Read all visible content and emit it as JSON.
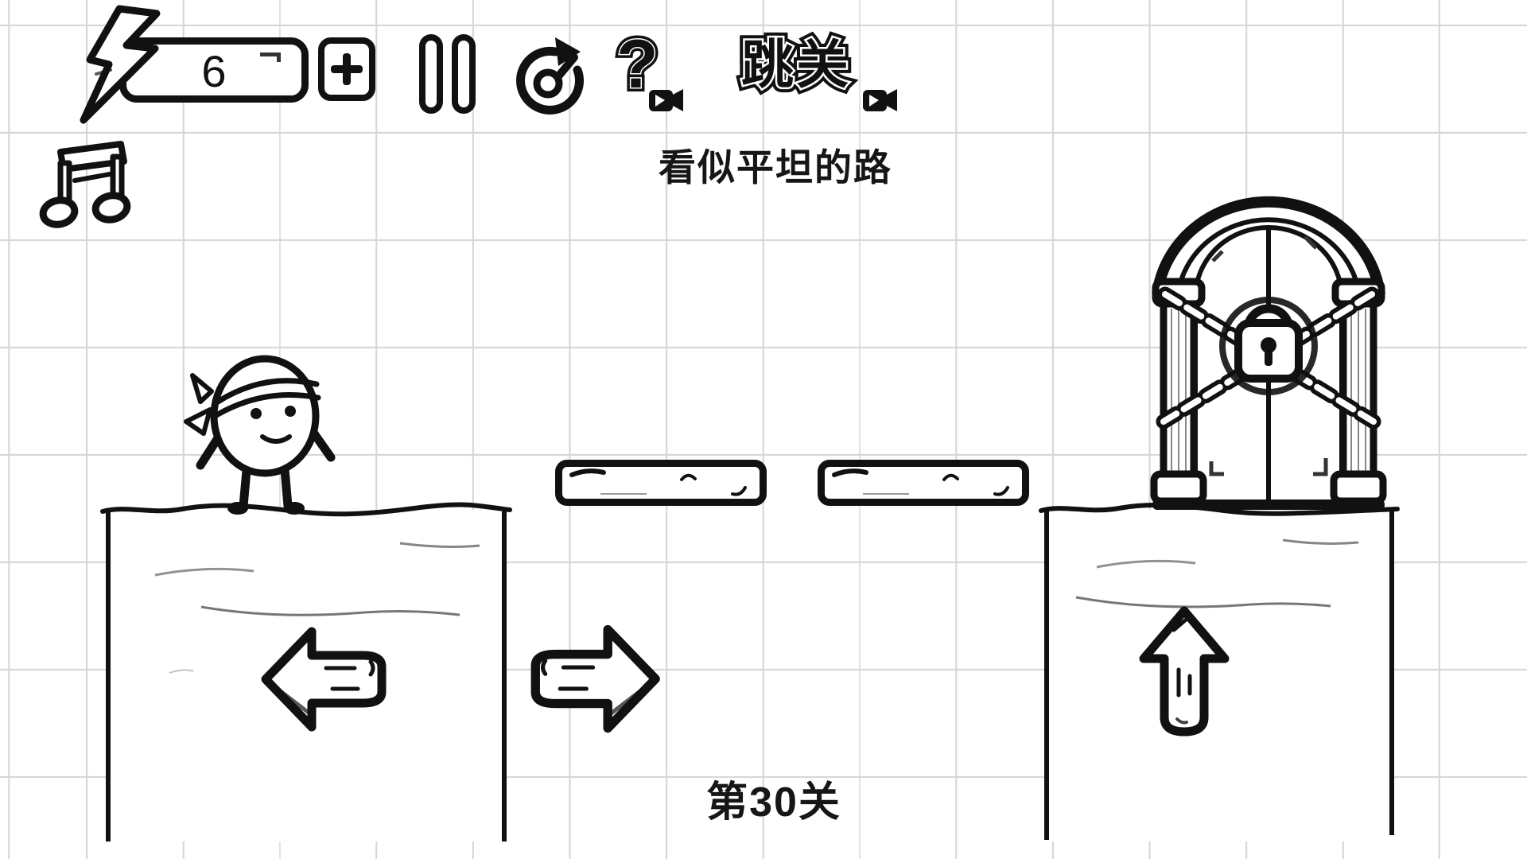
{
  "theme": {
    "ink": "#111111",
    "paper": "#ffffff",
    "grid_line": "#d6d6d6"
  },
  "hud": {
    "energy": {
      "count": "6",
      "icon": "lightning-icon",
      "add_button_icon": "plus-icon"
    },
    "pause_button_icon": "pause-icon",
    "restart_button_icon": "restart-icon",
    "help_button": {
      "label": "?",
      "ad_icon": "video-camera-icon"
    },
    "skip_button": {
      "label": "跳关",
      "ad_icon": "video-camera-icon"
    },
    "music_button_icon": "music-note-icon",
    "level_title": "看似平坦的路"
  },
  "stage": {
    "level_label": "第30关",
    "character": {
      "name": "egg-stickman",
      "accessory": "headband"
    },
    "door": {
      "name": "locked-arch-door",
      "lock": "chains-and-padlock"
    },
    "floating_platform_count": 2,
    "controls": {
      "left": "left-arrow-button",
      "right": "right-arrow-button",
      "jump": "up-arrow-button"
    }
  }
}
